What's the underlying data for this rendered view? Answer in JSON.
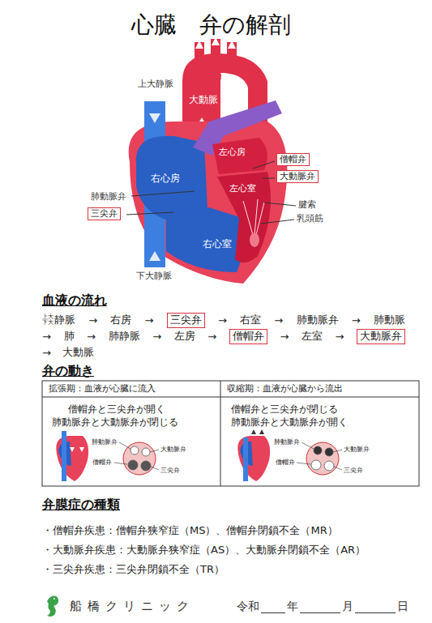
{
  "diagram": {
    "title": "心臓　弁の解剖",
    "nodes": [
      {
        "text": [
          "僧帽弁"
        ]
      },
      {
        "text": [
          "大動脈弁"
        ]
      },
      {
        "text": [
          "三尖弁"
        ]
      },
      {
        "text": [
          "三尖弁"
        ]
      },
      {
        "text": [
          "僧帽弁"
        ]
      },
      {
        "text": [
          "大動脈弁"
        ]
      }
    ],
    "labels": [
      "上大静脈",
      "大動脈",
      "左心房",
      "右心房",
      "左心室",
      "肺動脈弁",
      "腱索",
      "乳頭筋",
      "右心室",
      "下大静脈",
      "血液の流れ",
      "上大",
      "下大",
      "静脈",
      "→",
      "右房",
      "→",
      "→",
      "右室",
      "→",
      "肺動脈弁",
      "→",
      "肺動脈",
      "→",
      "肺",
      "→",
      "肺静脈",
      "→",
      "左房",
      "→",
      "→",
      "左室",
      "→",
      "→",
      "大動脈",
      "弁の動き",
      "拡張期：血液が心臓に流入",
      "収縮期：血液が心臓から流出",
      "僧帽弁と三尖弁が開く",
      "肺動脈弁と大動脈弁が閉じる",
      "僧帽弁と三尖弁が閉じる",
      "肺動脈弁と大動脈弁が開く",
      "肺動脈弁",
      "大動脈弁",
      "僧帽弁",
      "三尖弁",
      "肺動脈弁",
      "大動脈弁",
      "僧帽弁",
      "三尖弁",
      "弁膜症の種類",
      "・僧帽弁疾患：僧帽弁狭窄症（MS）、僧帽弁閉鎖不全（MR）",
      "・大動脈弁疾患：大動脈弁狭窄症（AS）、大動脈弁閉鎖不全（AR）",
      "・三尖弁疾患：三尖弁閉鎖不全（TR）",
      "船橋クリニック",
      "令和",
      "年",
      "月",
      "日"
    ]
  }
}
